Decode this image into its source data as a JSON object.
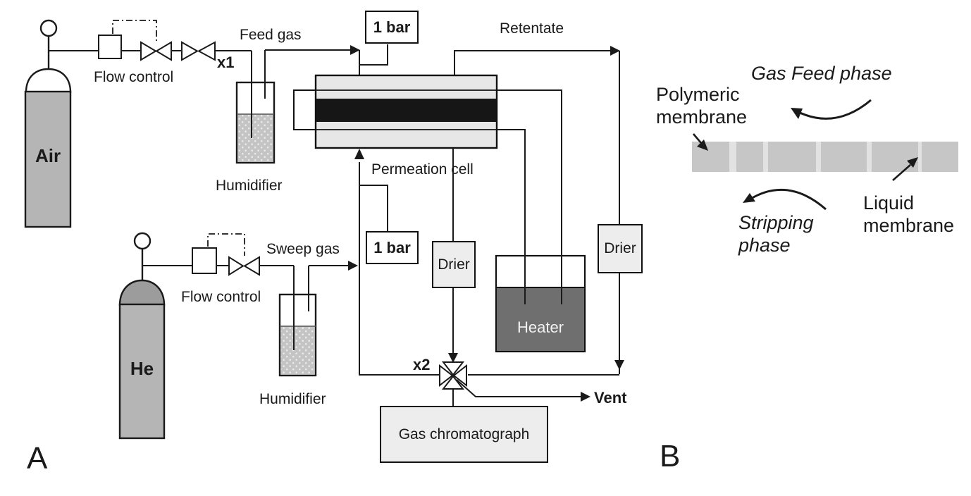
{
  "figure": {
    "panel_a_label": "A",
    "panel_b_label": "B"
  },
  "panel_a": {
    "air_cylinder": "Air",
    "he_cylinder": "He",
    "feed_gas": "Feed gas",
    "sweep_gas": "Sweep gas",
    "flow_control_air": "Flow control",
    "flow_control_he": "Flow control",
    "valve_x1": "x1",
    "valve_x2": "x2",
    "humidifier_air": "Humidifier",
    "humidifier_he": "Humidifier",
    "pressure_feed": "1 bar",
    "pressure_sweep": "1 bar",
    "permeation_cell": "Permeation cell",
    "retentate": "Retentate",
    "drier_permeate": "Drier",
    "drier_retentate": "Drier",
    "heater": "Heater",
    "vent": "Vent",
    "gas_chromatograph": "Gas chromatograph"
  },
  "panel_b": {
    "gas_feed_phase": "Gas Feed phase",
    "polymeric_membrane": "Polymeric\nmembrane",
    "stripping_phase": "Stripping\nphase",
    "liquid_membrane": "Liquid\nmembrane"
  },
  "colors": {
    "line": "#1a1a1a",
    "cylinder_body": "#b5b5b5",
    "he_dome": "#9c9c9c",
    "cell_fill": "#e7e7e7",
    "cell_membrane_black": "#161616",
    "equipment_box_fill": "#ededed",
    "heater_fill": "#6f6f6f",
    "heater_text": "#f2f2f2",
    "humidifier_liquid": "#c4c4c4",
    "membrane_segment": "#c6c6c6",
    "membrane_gap": "#e2e2e2"
  }
}
